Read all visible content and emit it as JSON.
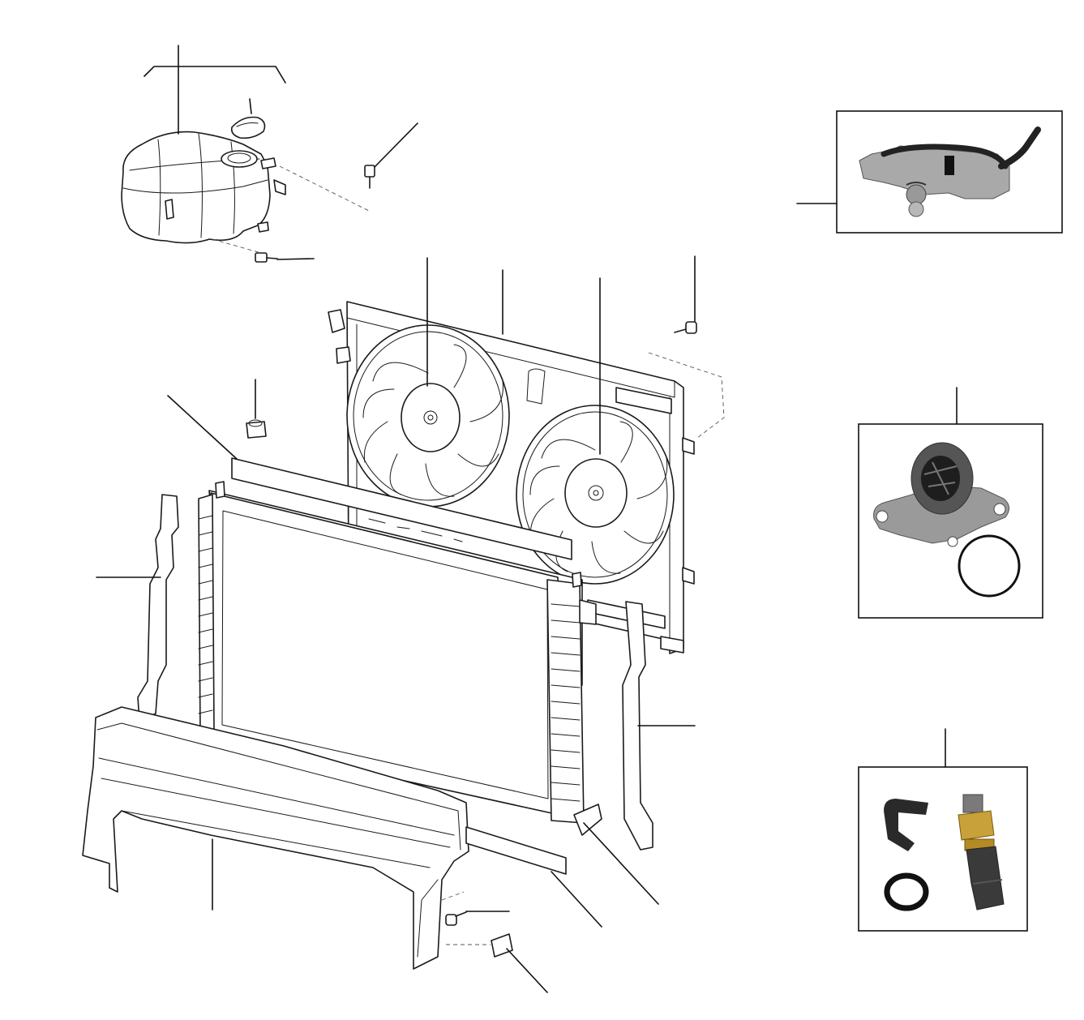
{
  "diagram": {
    "parts": [
      {
        "id": "expansion-tank"
      },
      {
        "id": "tank-filler-cap"
      },
      {
        "id": "tank-bolt-upper"
      },
      {
        "id": "tank-bolt-lower"
      },
      {
        "id": "fan-shroud-assembly"
      },
      {
        "id": "cooling-fan-left"
      },
      {
        "id": "cooling-fan-right"
      },
      {
        "id": "shroud-bolt"
      },
      {
        "id": "rubber-mount"
      },
      {
        "id": "upper-foam-seal"
      },
      {
        "id": "radiator"
      },
      {
        "id": "left-side-seal"
      },
      {
        "id": "right-side-seal"
      },
      {
        "id": "lower-air-deflector"
      },
      {
        "id": "lower-foam-seal"
      },
      {
        "id": "radiator-drain-outlet"
      },
      {
        "id": "deflector-bolt"
      },
      {
        "id": "deflector-clip"
      }
    ],
    "insets": [
      {
        "id": "thermostat-housing"
      },
      {
        "id": "water-pump"
      },
      {
        "id": "coolant-temperature-sensor"
      }
    ]
  }
}
